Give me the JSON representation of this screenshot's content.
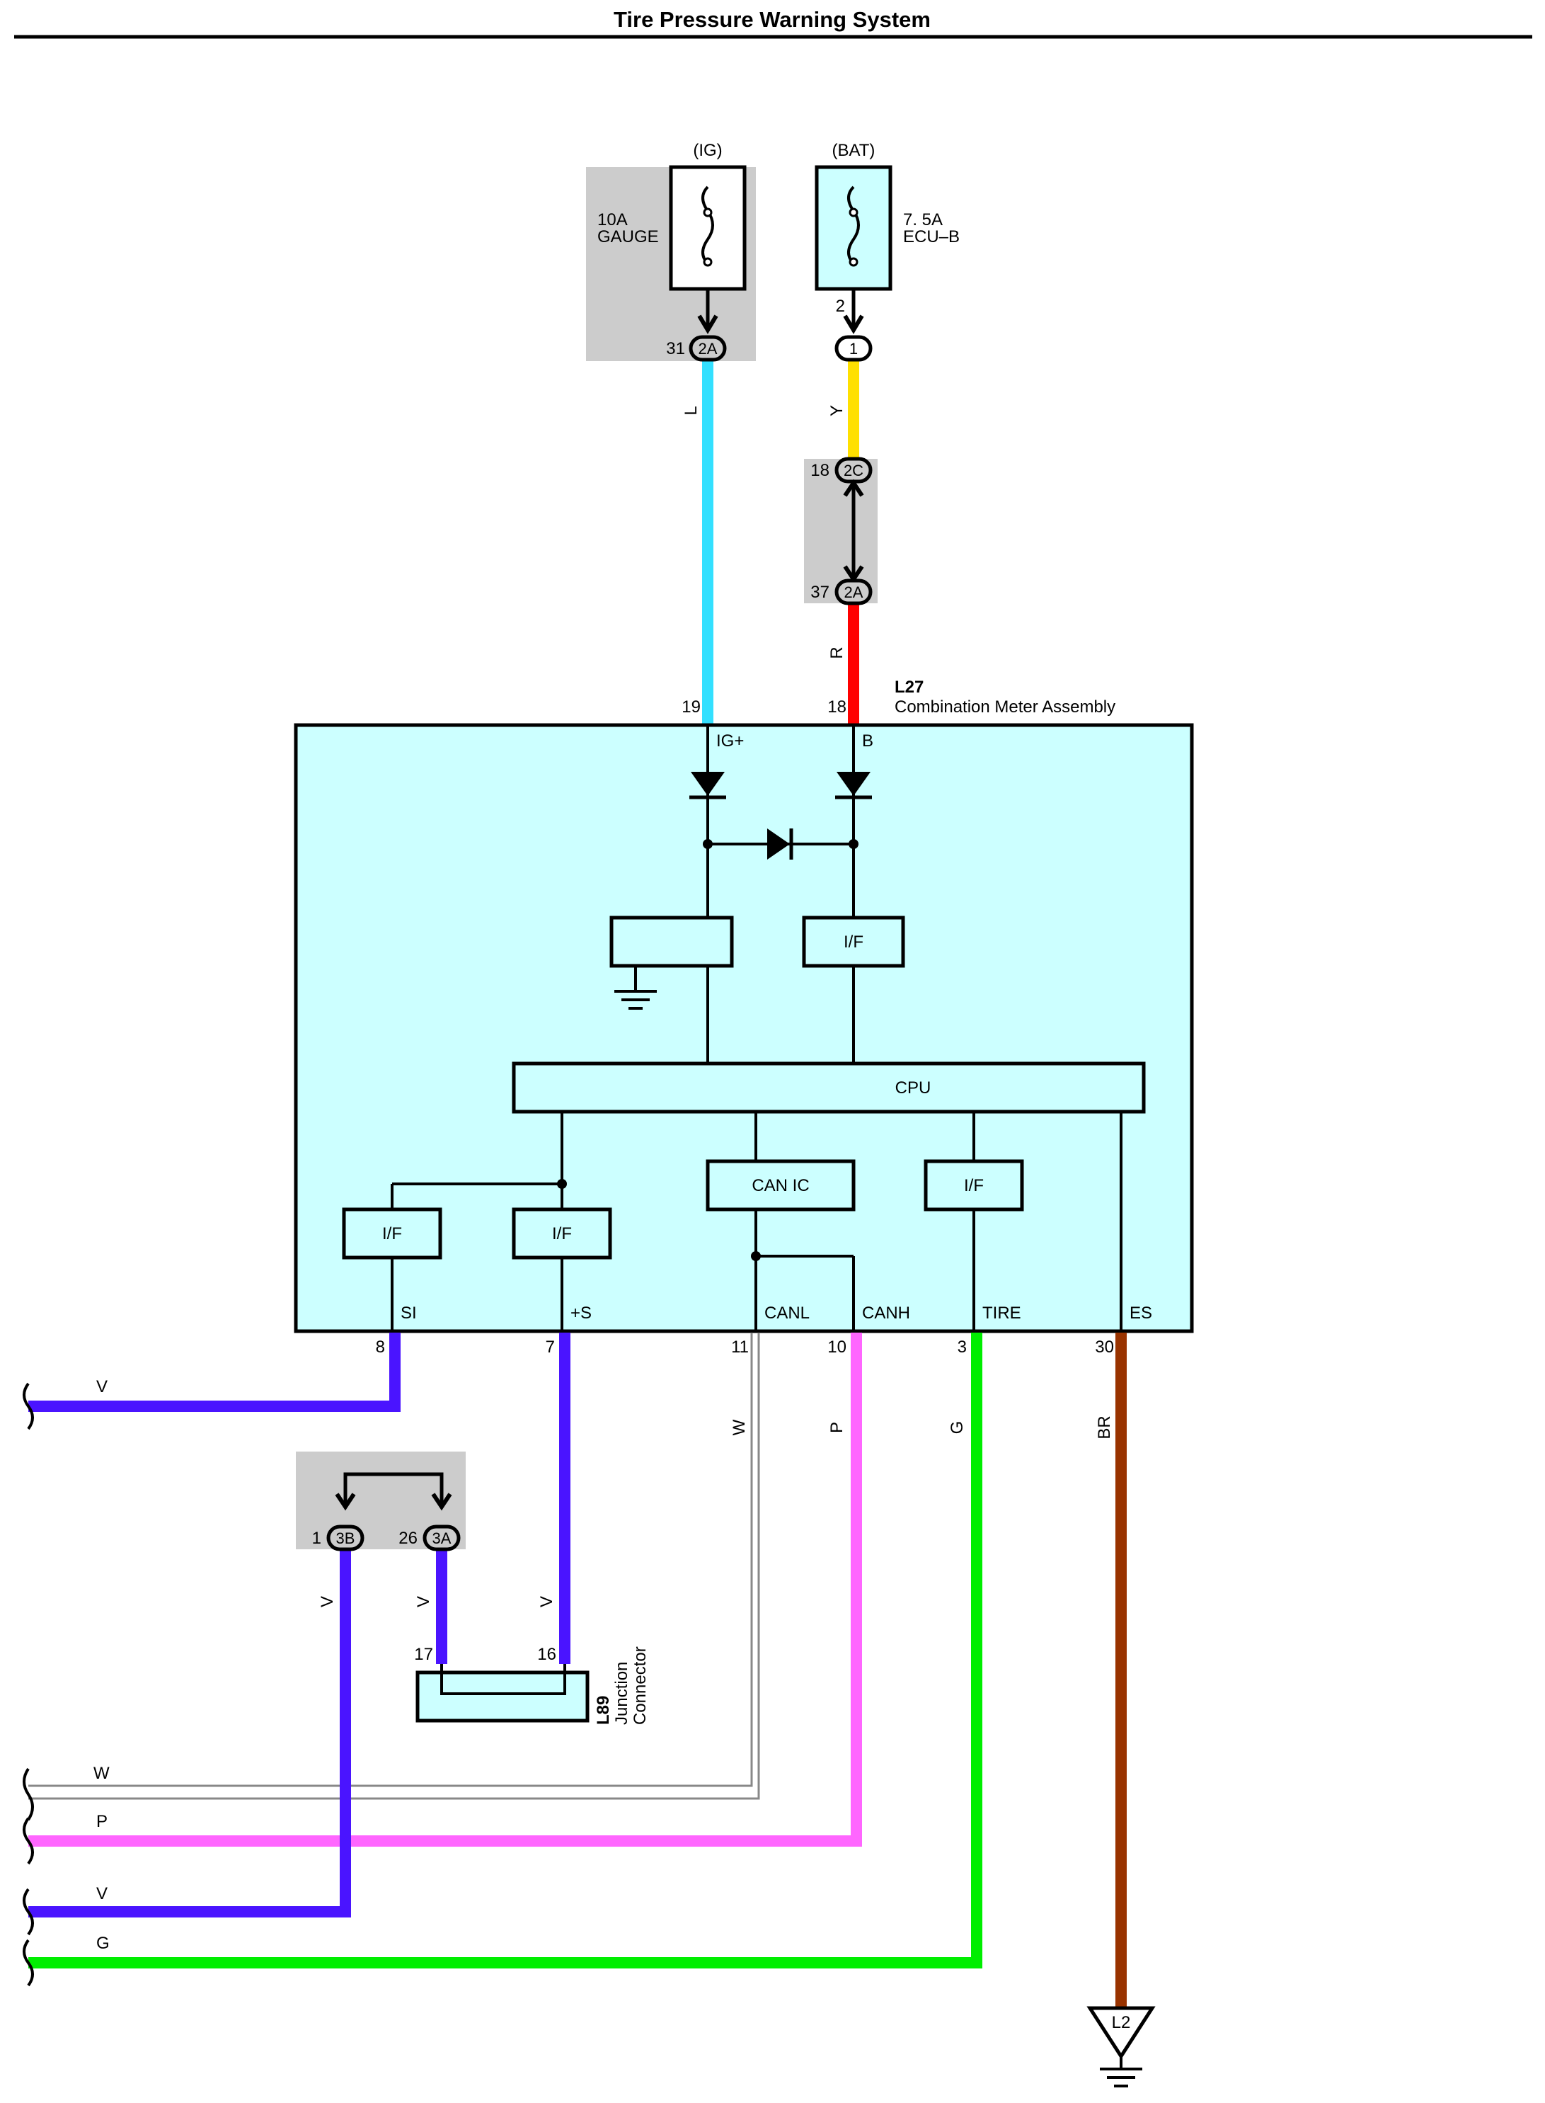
{
  "title": "Tire Pressure Warning System",
  "colors": {
    "module_fill": "#ccffff",
    "junction_block_fill": "#cccccc",
    "wire_L": "#33e0ff",
    "wire_Y": "#ffe000",
    "wire_R": "#ff0000",
    "wire_V": "#4a14ff",
    "wire_W": "#808080",
    "wire_P": "#ff66ff",
    "wire_G": "#00ee00",
    "wire_BR": "#993300"
  },
  "fuses": {
    "ig": {
      "supply": "(IG)",
      "rating": "10A",
      "name": "GAUGE"
    },
    "bat": {
      "supply": "(BAT)",
      "rating": "7. 5A",
      "name": "ECU–B"
    }
  },
  "connectors": {
    "ig_out": {
      "pin": "31",
      "code": "2A"
    },
    "bat_pin": "2",
    "bat_out": {
      "code": "1"
    },
    "jb_in": {
      "pin": "18",
      "code": "2C"
    },
    "jb_out": {
      "pin": "37",
      "code": "2A"
    },
    "jb2_left": {
      "pin": "1",
      "code": "3B"
    },
    "jb2_right": {
      "pin": "26",
      "code": "3A"
    }
  },
  "wires": {
    "ig": "L",
    "bat_upper": "Y",
    "bat_lower": "R",
    "si": "V",
    "canl": "W",
    "canh": "P",
    "tire": "G",
    "es": "BR",
    "jb_left": "V",
    "jb_right": "V",
    "s_plus": "V",
    "out_w": "W",
    "out_p": "P",
    "out_v1": "V",
    "out_v2": "V",
    "out_g": "G"
  },
  "meter": {
    "code": "L27",
    "name": "Combination Meter Assembly",
    "pins_top": {
      "ig": "19",
      "b": "18"
    },
    "terminals_top": {
      "ig": "IG+",
      "b": "B"
    },
    "if_top": "I/F",
    "cpu": "CPU",
    "can_ic": "CAN IC",
    "if_tire": "I/F",
    "if_si": "I/F",
    "if_s": "I/F",
    "terminals_bottom": {
      "si": "SI",
      "s": "+S",
      "canl": "CANL",
      "canh": "CANH",
      "tire": "TIRE",
      "es": "ES"
    },
    "pins_bottom": {
      "si": "8",
      "s": "7",
      "canl": "11",
      "canh": "10",
      "tire": "3",
      "es": "30"
    }
  },
  "junction_connector": {
    "code": "L89",
    "line1": "Junction",
    "line2": "Connector",
    "pin_left": "17",
    "pin_right": "16"
  },
  "ground": {
    "code": "L2"
  }
}
